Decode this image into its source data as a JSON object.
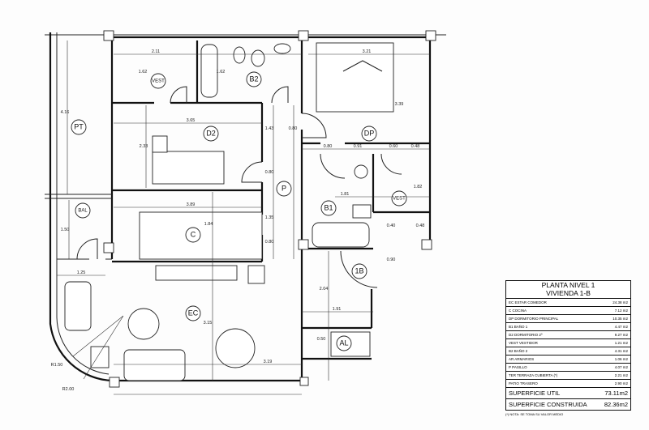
{
  "rooms": {
    "pt": "PT",
    "vest1": "VEST",
    "b2": "B2",
    "d2": "D2",
    "dp": "DP",
    "p": "P",
    "bal": "BAL",
    "c": "C",
    "b1": "B1",
    "vest2": "VEST",
    "ib": "1B",
    "ec": "EC",
    "al": "AL"
  },
  "dims": {
    "a": "2.11",
    "b": "1.62",
    "c": "1.62",
    "d": "3.21",
    "e": "3.39",
    "f": "4.16",
    "g": "3.65",
    "h": "2.33",
    "i": "1.43",
    "j": "0.80",
    "k": "0.80",
    "l": "0.80",
    "m": "0.91",
    "n": "0.60",
    "o": "0.48",
    "p": "1.82",
    "q": "1.81",
    "r": "3.89",
    "s": "1.84",
    "t": "1.35",
    "u": "0.80",
    "v": "0.40",
    "w": "0.48",
    "x": "1.50",
    "y": "1.25",
    "z": "0.90",
    "aa": "2.04",
    "ab": "1.91",
    "ac": "3.15",
    "ad": "3.19",
    "ae": "0.50",
    "af": "R1.50",
    "ag": "R2.00"
  },
  "table": {
    "title1": "PLANTA NIVEL 1",
    "title2": "VIVIENDA 1-B",
    "rows": [
      {
        "label": "EC ESTAR COMEDOR",
        "value": "24.38 m2"
      },
      {
        "label": "C COCINA",
        "value": "7.12 m2"
      },
      {
        "label": "DP DORMITORIO PRINCIPAL",
        "value": "10.35 m2"
      },
      {
        "label": "B1 BAÑO 1",
        "value": "4.47 m2"
      },
      {
        "label": "D2 DORMITORIO 2º",
        "value": "9.27 m2"
      },
      {
        "label": "VEST VESTIDOR",
        "value": "1.21 m2"
      },
      {
        "label": "B2 BAÑO 2",
        "value": "4.31 m2"
      },
      {
        "label": "AR ARMARIOS",
        "value": "1.06 m2"
      },
      {
        "label": "P PASILLO",
        "value": "4.07 m2"
      },
      {
        "label": "TER TERRAZA CUBIERTA (*)",
        "value": "2.21 m2"
      },
      {
        "label": "PATIO TRASERO",
        "value": "2.90 m2"
      }
    ],
    "util_label": "SUPERFICIE UTIL",
    "util_value": "73.11m2",
    "const_label": "SUPERFICIE CONSTRUIDA",
    "const_value": "82.36m2",
    "note": "(*) NOTA: SE TOMA SU VALOR MEDIO"
  }
}
